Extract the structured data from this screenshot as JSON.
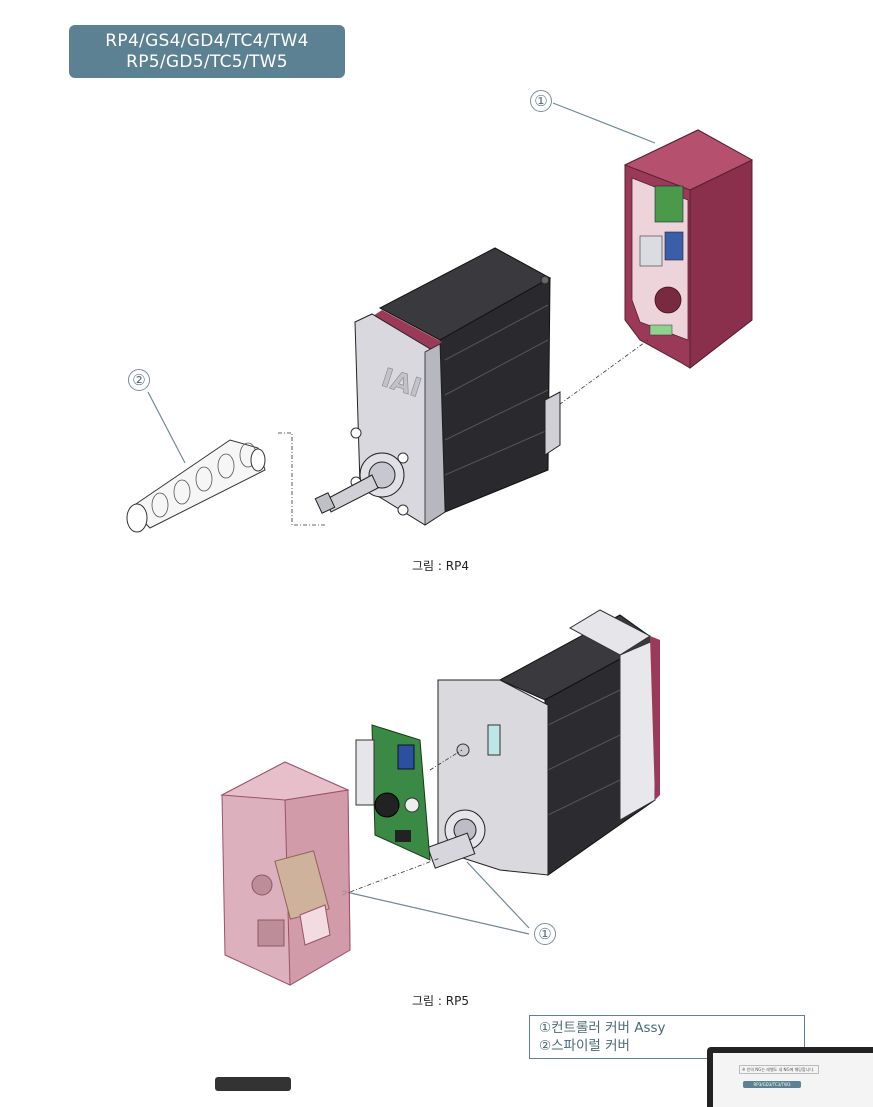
{
  "header": {
    "line1": "RP4/GS4/GD4/TC4/TW4",
    "line2": "RP5/GD5/TC5/TW5"
  },
  "callouts": {
    "one": "①",
    "two": "②",
    "three": "①"
  },
  "figure1": {
    "logo_text": "IAI",
    "caption": "그림 : RP4"
  },
  "figure2": {
    "caption": "그림 : RP5"
  },
  "legend": {
    "item1": "①컨트롤러 커버 Assy",
    "item2": "②스파이럴 커버"
  },
  "thumbnail": {
    "note": "※ 안의 NG는 레벨도 내 NG에 해당합니다.",
    "tag": "RP3/GD3/TC3/TW3"
  },
  "colors": {
    "badge": "#5b8193",
    "cover": "#9b3a58",
    "cover_translucent": "#c98a9c",
    "body_dark": "#2d2d30",
    "pcb": "#3a8a46"
  }
}
